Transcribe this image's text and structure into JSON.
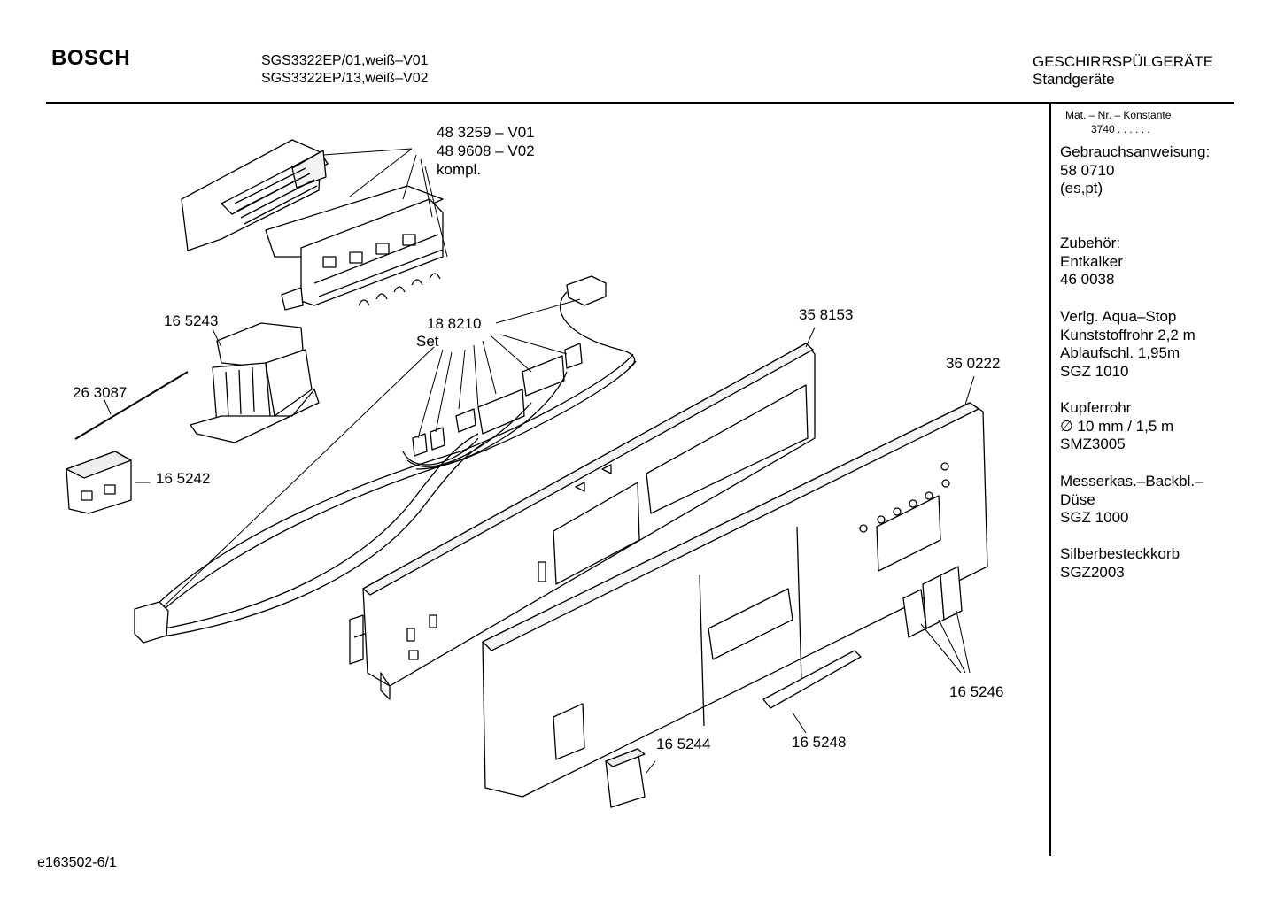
{
  "header": {
    "brand": "BOSCH",
    "model_line_1": "SGS3322EP/01,weiß–V01",
    "model_line_2": "SGS3322EP/13,weiß–V02",
    "category": "GESCHIRRSPÜLGERÄTE",
    "subcategory": "Standgeräte"
  },
  "sidebar": {
    "mat_label": "Mat. – Nr. – Konstante",
    "mat_value": "3740 . . . . . .",
    "blocks": [
      [
        "Gebrauchsanweisung:",
        "58 0710",
        "(es,pt)"
      ],
      [
        "Zubehör:",
        "Entkalker",
        "46 0038"
      ],
      [
        "Verlg. Aqua–Stop",
        "Kunststoffrohr 2,2 m",
        "Ablaufschl. 1,95m",
        "SGZ 1010"
      ],
      [
        "Kupferrohr",
        "∅ 10 mm / 1,5 m",
        "SMZ3005"
      ],
      [
        "Messerkas.–Backbl.–",
        "Düse",
        "SGZ 1000"
      ],
      [
        "Silberbesteckkorb",
        "SGZ2003"
      ]
    ]
  },
  "parts": {
    "p483259": "48 3259 – V01",
    "p489608": "48 9608 – V02",
    "kompl": "kompl.",
    "p165243": "16 5243",
    "p263087": "26 3087",
    "p165242": "16 5242",
    "p188210": "18 8210",
    "set": "Set",
    "p358153": "35 8153",
    "p360222": "36 0222",
    "p165246": "16 5246",
    "p165248": "16 5248",
    "p165244": "16 5244"
  },
  "footer": {
    "code": "e163502-6/1"
  }
}
